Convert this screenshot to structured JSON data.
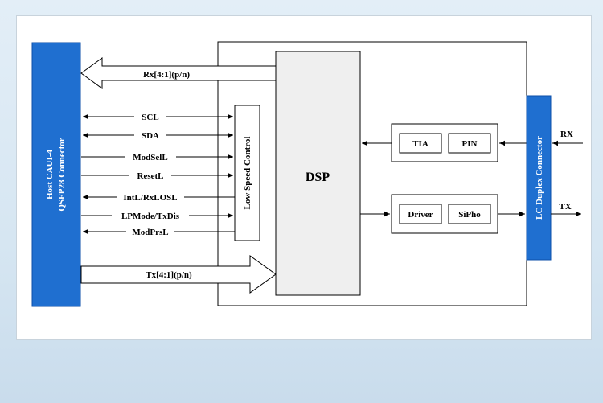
{
  "diagram": {
    "host_connector": {
      "line1": "Host CAUI-4",
      "line2": "QSFP28 Connector"
    },
    "rx_bus_label": "Rx[4:1](p/n)",
    "tx_bus_label": "Tx[4:1](p/n)",
    "signals": [
      "SCL",
      "SDA",
      "ModSelL",
      "ResetL",
      "IntL/RxLOSL",
      "LPMode/TxDis",
      "ModPrsL"
    ],
    "low_speed_control": "Low Speed Control",
    "dsp": "DSP",
    "rx_path": {
      "tia": "TIA",
      "pin": "PIN"
    },
    "tx_path": {
      "driver": "Driver",
      "sipho": "SiPho"
    },
    "lc_connector": "LC Duplex Connector",
    "rx_label": "RX",
    "tx_label": "TX",
    "colors": {
      "connector_blue": "#1f6fd0",
      "dsp_fill": "#efefef",
      "line": "#000000"
    }
  }
}
